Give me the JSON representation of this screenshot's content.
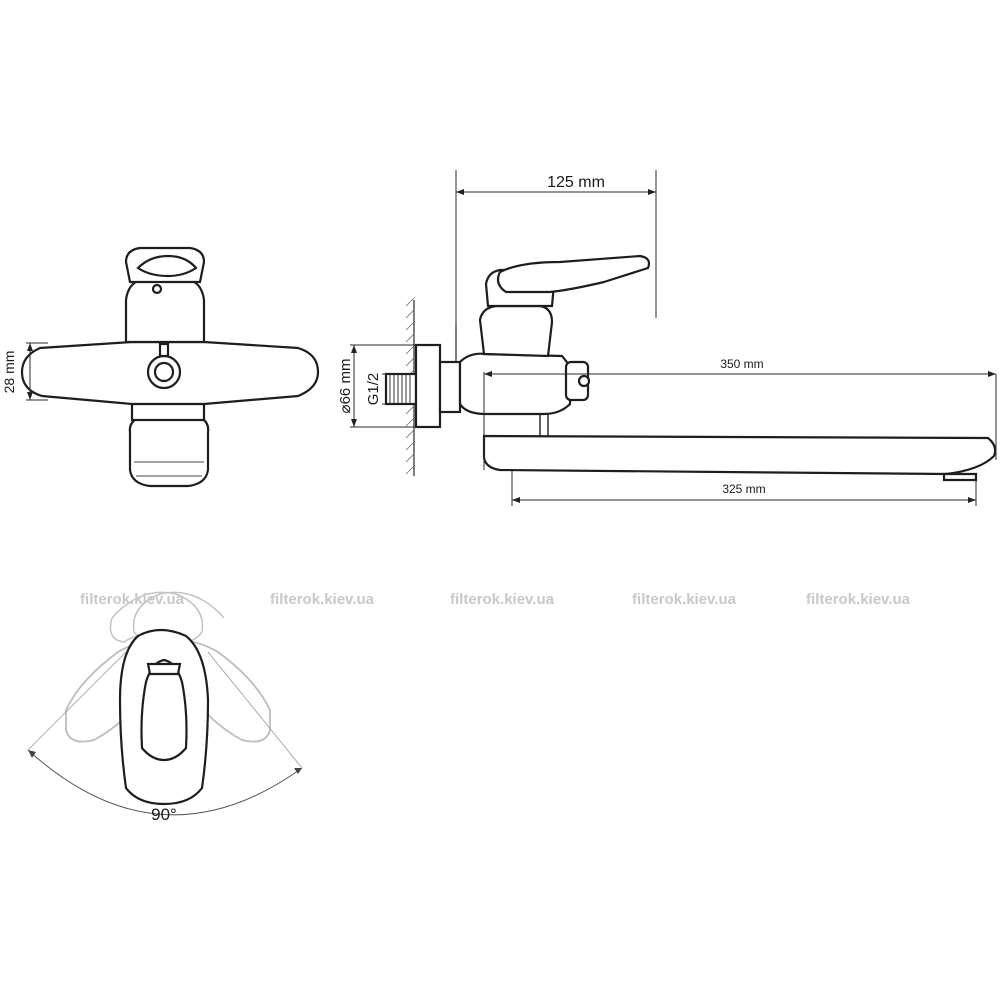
{
  "dimensions": {
    "height_front": "28 mm",
    "diameter_flange": "⌀66 mm",
    "thread": "G1/2",
    "handle_reach": "125 mm",
    "spout_inner": "325 mm",
    "spout_total": "350 mm",
    "rotation_angle": "90°"
  },
  "watermarks": [
    "filterok.kiev.ua",
    "filterok.kiev.ua",
    "filterok.kiev.ua",
    "filterok.kiev.ua",
    "filterok.kiev.ua"
  ]
}
